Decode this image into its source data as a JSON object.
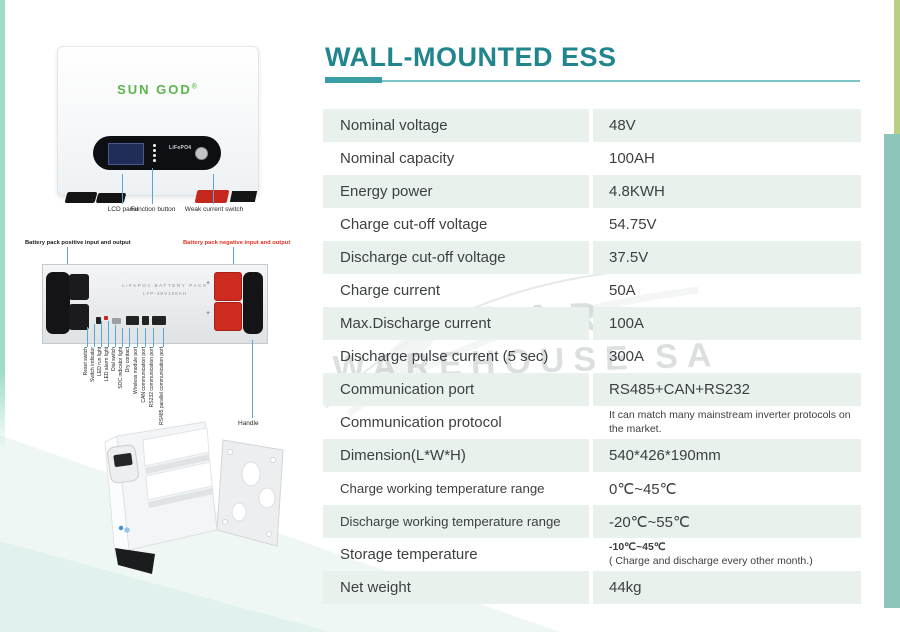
{
  "header": {
    "title": "WALL-MOUNTED ESS"
  },
  "watermark": {
    "line1": "SOLAR",
    "line2": "WAREHOUSE SA"
  },
  "product": {
    "brand": "SUN GOD",
    "brand_mark": "®",
    "panel_chip_label": "LiFePO4",
    "front_callouts": [
      "LCD panel",
      "Function button",
      "Weak current switch"
    ],
    "positive_label": "Battery pack positive input and output",
    "negative_label": "Battery pack negative input and output",
    "pack_name": "LiFePO4  BATTERY  PACK",
    "pack_model": "LFP-48V100AH",
    "plus_mark": "+",
    "handle_label": "Handle",
    "port_labels": [
      "Reset switch",
      "Switch indicator",
      "LED run light",
      "LED alarm light",
      "Dial switch",
      "SOC indicator light",
      "Dry contact",
      "Wireless module port",
      "CAN communication port",
      "RS232 communication port",
      "RS485 parallel communication port"
    ]
  },
  "spec_table": {
    "rows": [
      {
        "label": "Nominal voltage",
        "value": "48V"
      },
      {
        "label": "Nominal capacity",
        "value": "100AH"
      },
      {
        "label": "Energy power",
        "value": "4.8KWH"
      },
      {
        "label": "Charge cut-off voltage",
        "value": "54.75V"
      },
      {
        "label": "Discharge cut-off voltage",
        "value": "37.5V"
      },
      {
        "label": "Charge current",
        "value": "50A"
      },
      {
        "label": "Max.Discharge current",
        "value": "100A"
      },
      {
        "label": "Discharge pulse current (5 sec)",
        "value": "300A"
      },
      {
        "label": "Communication port",
        "value": "RS485+CAN+RS232"
      },
      {
        "label": "Communication protocol",
        "value": "It can match many mainstream inverter  protocols on the market."
      },
      {
        "label": "Dimension(L*W*H)",
        "value": "540*426*190mm"
      },
      {
        "label": "Charge working temperature range",
        "value": "0℃~45℃"
      },
      {
        "label": "Discharge working temperature range",
        "value": "-20℃~55℃"
      },
      {
        "label": "Storage temperature",
        "value": "-10℃~45℃",
        "note": "( Charge and discharge every other month.)"
      },
      {
        "label": "Net weight",
        "value": "44kg"
      }
    ]
  }
}
